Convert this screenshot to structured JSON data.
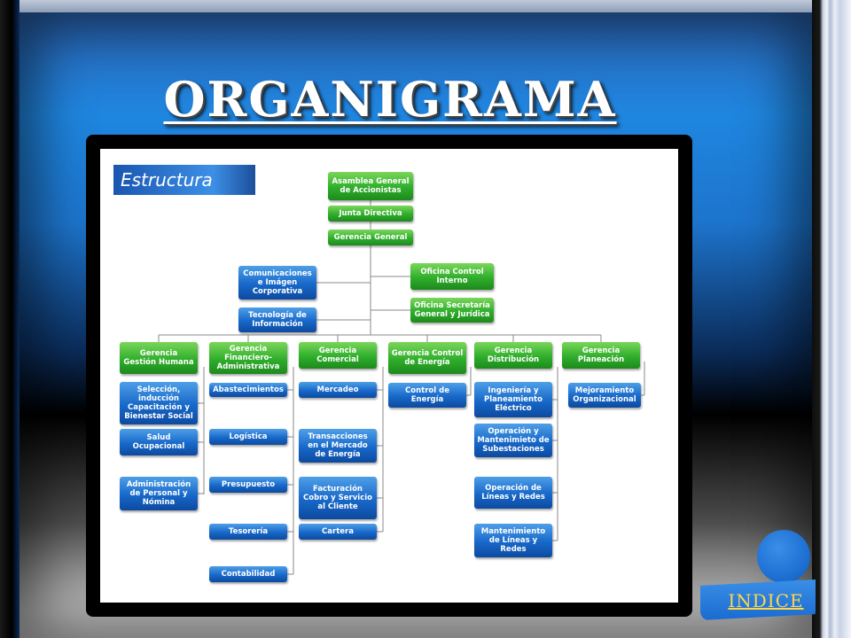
{
  "slide": {
    "title": "ORGANIGRAMA",
    "indice_link": "INDICE"
  },
  "org_chart": {
    "banner": "Estructura",
    "top": [
      "Asamblea General de Accionistas",
      "Junta Directiva",
      "Gerencia General"
    ],
    "staff_left": [
      "Comunicaciones e Imágen Corporativa",
      "Tecnología de Información"
    ],
    "staff_right": [
      "Oficina Control Interno",
      "Oficina Secretaría General y Jurídica"
    ],
    "departments": [
      {
        "name": "Gerencia Gestión Humana",
        "units": [
          "Selección, inducción Capacitación y Bienestar Social",
          "Salud Ocupacional",
          "Administración de Personal y Nómina"
        ]
      },
      {
        "name": "Gerencia Financiero-Administrativa",
        "units": [
          "Abastecimientos",
          "Logística",
          "Presupuesto",
          "Tesorería",
          "Contabilidad"
        ]
      },
      {
        "name": "Gerencia Comercial",
        "units": [
          "Mercadeo",
          "Transacciones en el Mercado de Energía",
          "Facturación Cobro y Servicio al Cliente",
          "Cartera"
        ]
      },
      {
        "name": "Gerencia Control de Energía",
        "units": [
          "Control de Energía"
        ]
      },
      {
        "name": "Gerencia Distribución",
        "units": [
          "Ingeniería y Planeamiento Eléctrico",
          "Operación y Mantenimieto de Subestaciones",
          "Operación de Líneas y Redes",
          "Mantenimiento de Líneas y Redes"
        ]
      },
      {
        "name": "Gerencia Planeación",
        "units": [
          "Mejoramiento Organizacional"
        ]
      }
    ]
  }
}
